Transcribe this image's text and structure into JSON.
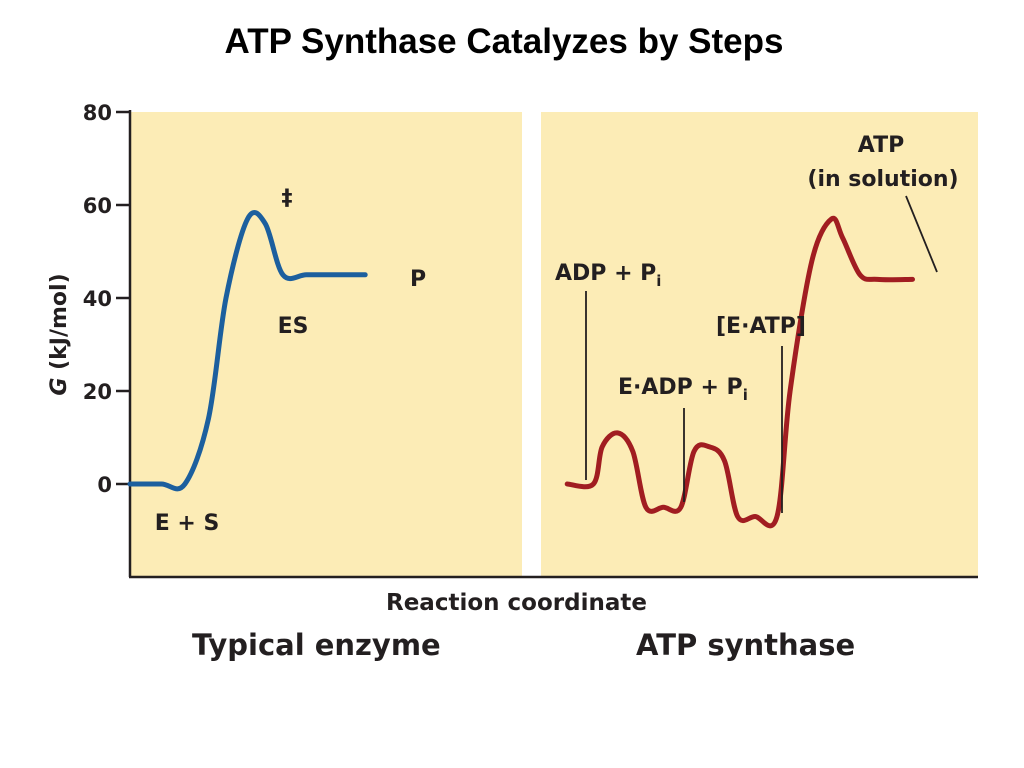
{
  "slide_title": "ATP Synthase Catalyzes by Steps",
  "chart_data": {
    "type": "line",
    "xlabel": "Reaction coordinate",
    "ylabel": {
      "symbol": "G",
      "unit": " (kJ/mol)"
    },
    "ylim": [
      -20,
      80
    ],
    "yticks": [
      0,
      20,
      40,
      60,
      80
    ],
    "grid": false,
    "panels": [
      {
        "caption": "Typical enzyme",
        "color": "#1c5f9e",
        "series": [
          {
            "x": [
              0.0,
              0.08,
              0.14,
              0.2,
              0.245,
              0.3,
              0.345,
              0.39,
              0.45,
              0.52,
              0.6
            ],
            "y": [
              0,
              0,
              0,
              14,
              40,
              57,
              56,
              45,
              45,
              45,
              45
            ]
          }
        ],
        "annotations": [
          {
            "id": "ts",
            "text": "‡"
          },
          {
            "id": "es",
            "text": "ES"
          },
          {
            "id": "p",
            "text": "P"
          },
          {
            "id": "es-start",
            "text": "E + S"
          }
        ]
      },
      {
        "caption": "ATP synthase",
        "color": "#a11d21",
        "series": [
          {
            "x": [
              0.06,
              0.12,
              0.14,
              0.175,
              0.21,
              0.24,
              0.28,
              0.32,
              0.35,
              0.385,
              0.42,
              0.45,
              0.49,
              0.54,
              0.57,
              0.62,
              0.665,
              0.69,
              0.73,
              0.77,
              0.85
            ],
            "y": [
              0,
              0,
              8,
              11,
              7,
              -5,
              -5,
              -5,
              7,
              8,
              5,
              -7,
              -7,
              -7,
              20,
              48,
              57,
              53,
              45,
              44,
              44
            ]
          }
        ],
        "annotations": [
          {
            "id": "adp-pi",
            "text": "ADP + P",
            "sub": "i"
          },
          {
            "id": "e-adp-pi",
            "text": "E·ADP + P",
            "sub": "i"
          },
          {
            "id": "e-atp",
            "text": "[E·ATP]"
          },
          {
            "id": "atp-line1",
            "text": "ATP"
          },
          {
            "id": "atp-line2",
            "text": "(in solution)"
          }
        ]
      }
    ]
  }
}
